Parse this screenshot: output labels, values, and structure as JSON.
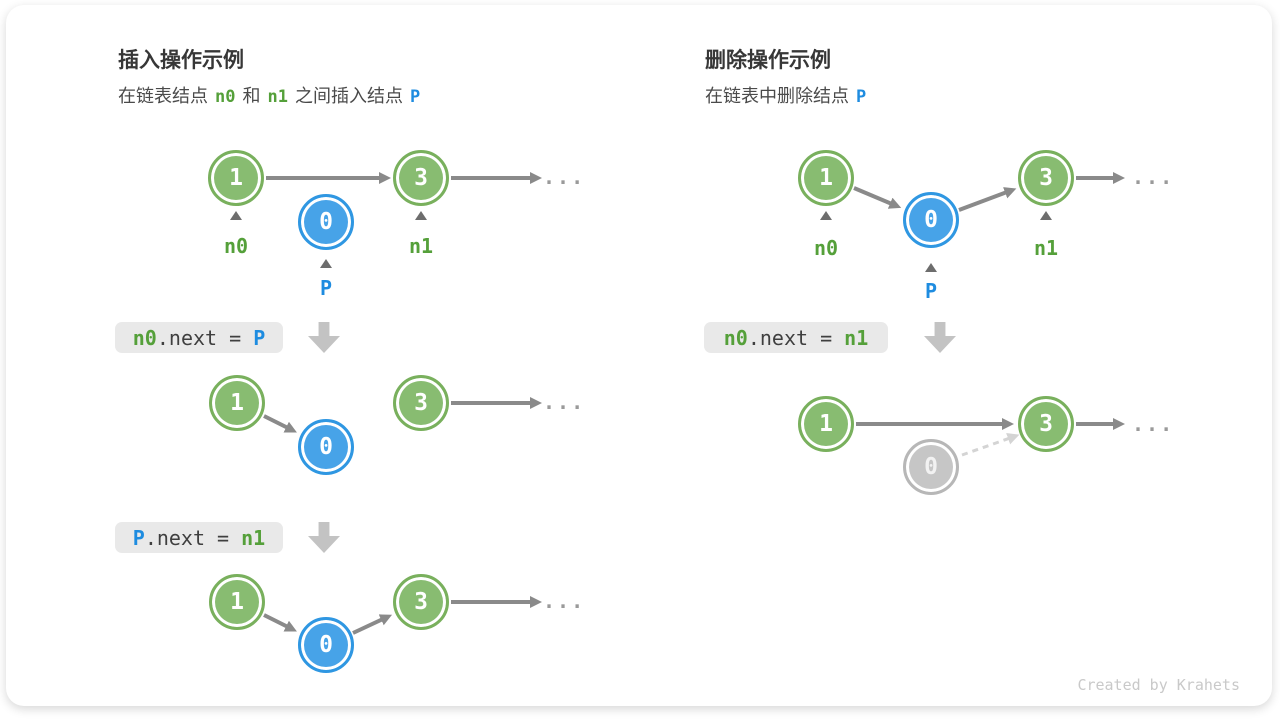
{
  "colors": {
    "node-green": "#88bc71",
    "node-green-border": "#79b05d",
    "node-blue": "#47a3e8",
    "node-blue-border": "#2f97e2",
    "node-gray": "#c6c6c6",
    "node-gray-border": "#b7b7b7",
    "text-green": "#55a03a",
    "text-blue": "#1e8ce0",
    "arrow": "#8a8a8a",
    "arrow-light": "#d4d4d4",
    "code-bg": "#e9e9e9",
    "code-text": "#3f3f3f",
    "block-arrow": "#c3c3c3",
    "caret": "#6d6d6d",
    "dots": "#9a9a9a",
    "title": "#373737",
    "subtitle": "#4a4a4a",
    "watermark": "#c9c9c9"
  },
  "left": {
    "title": "插入操作示例",
    "subtitle": {
      "pre": "在链表结点",
      "n0": "n0",
      "and": "和",
      "n1": "n1",
      "mid": "之间插入结点",
      "p": "P"
    },
    "code1": {
      "lhs": "n0",
      "mid": ".next = ",
      "rhs": "P"
    },
    "code2": {
      "lhs": "P",
      "mid": ".next = ",
      "rhs": "n1"
    },
    "d1": {
      "v1": "1",
      "v0": "0",
      "v3": "3",
      "n0": "n0",
      "n1": "n1",
      "p": "P",
      "dots": "..."
    },
    "d2": {
      "v1": "1",
      "v0": "0",
      "v3": "3",
      "dots": "..."
    },
    "d3": {
      "v1": "1",
      "v0": "0",
      "v3": "3",
      "dots": "..."
    }
  },
  "right": {
    "title": "删除操作示例",
    "subtitle": {
      "pre": "在链表中删除结点",
      "p": "P"
    },
    "code1": {
      "lhs": "n0",
      "mid": ".next = ",
      "rhs": "n1"
    },
    "d1": {
      "v1": "1",
      "v0": "0",
      "v3": "3",
      "n0": "n0",
      "n1": "n1",
      "p": "P",
      "dots": "..."
    },
    "d2": {
      "v1": "1",
      "v0": "0",
      "v3": "3",
      "dots": "..."
    }
  },
  "watermark": "Created by Krahets"
}
